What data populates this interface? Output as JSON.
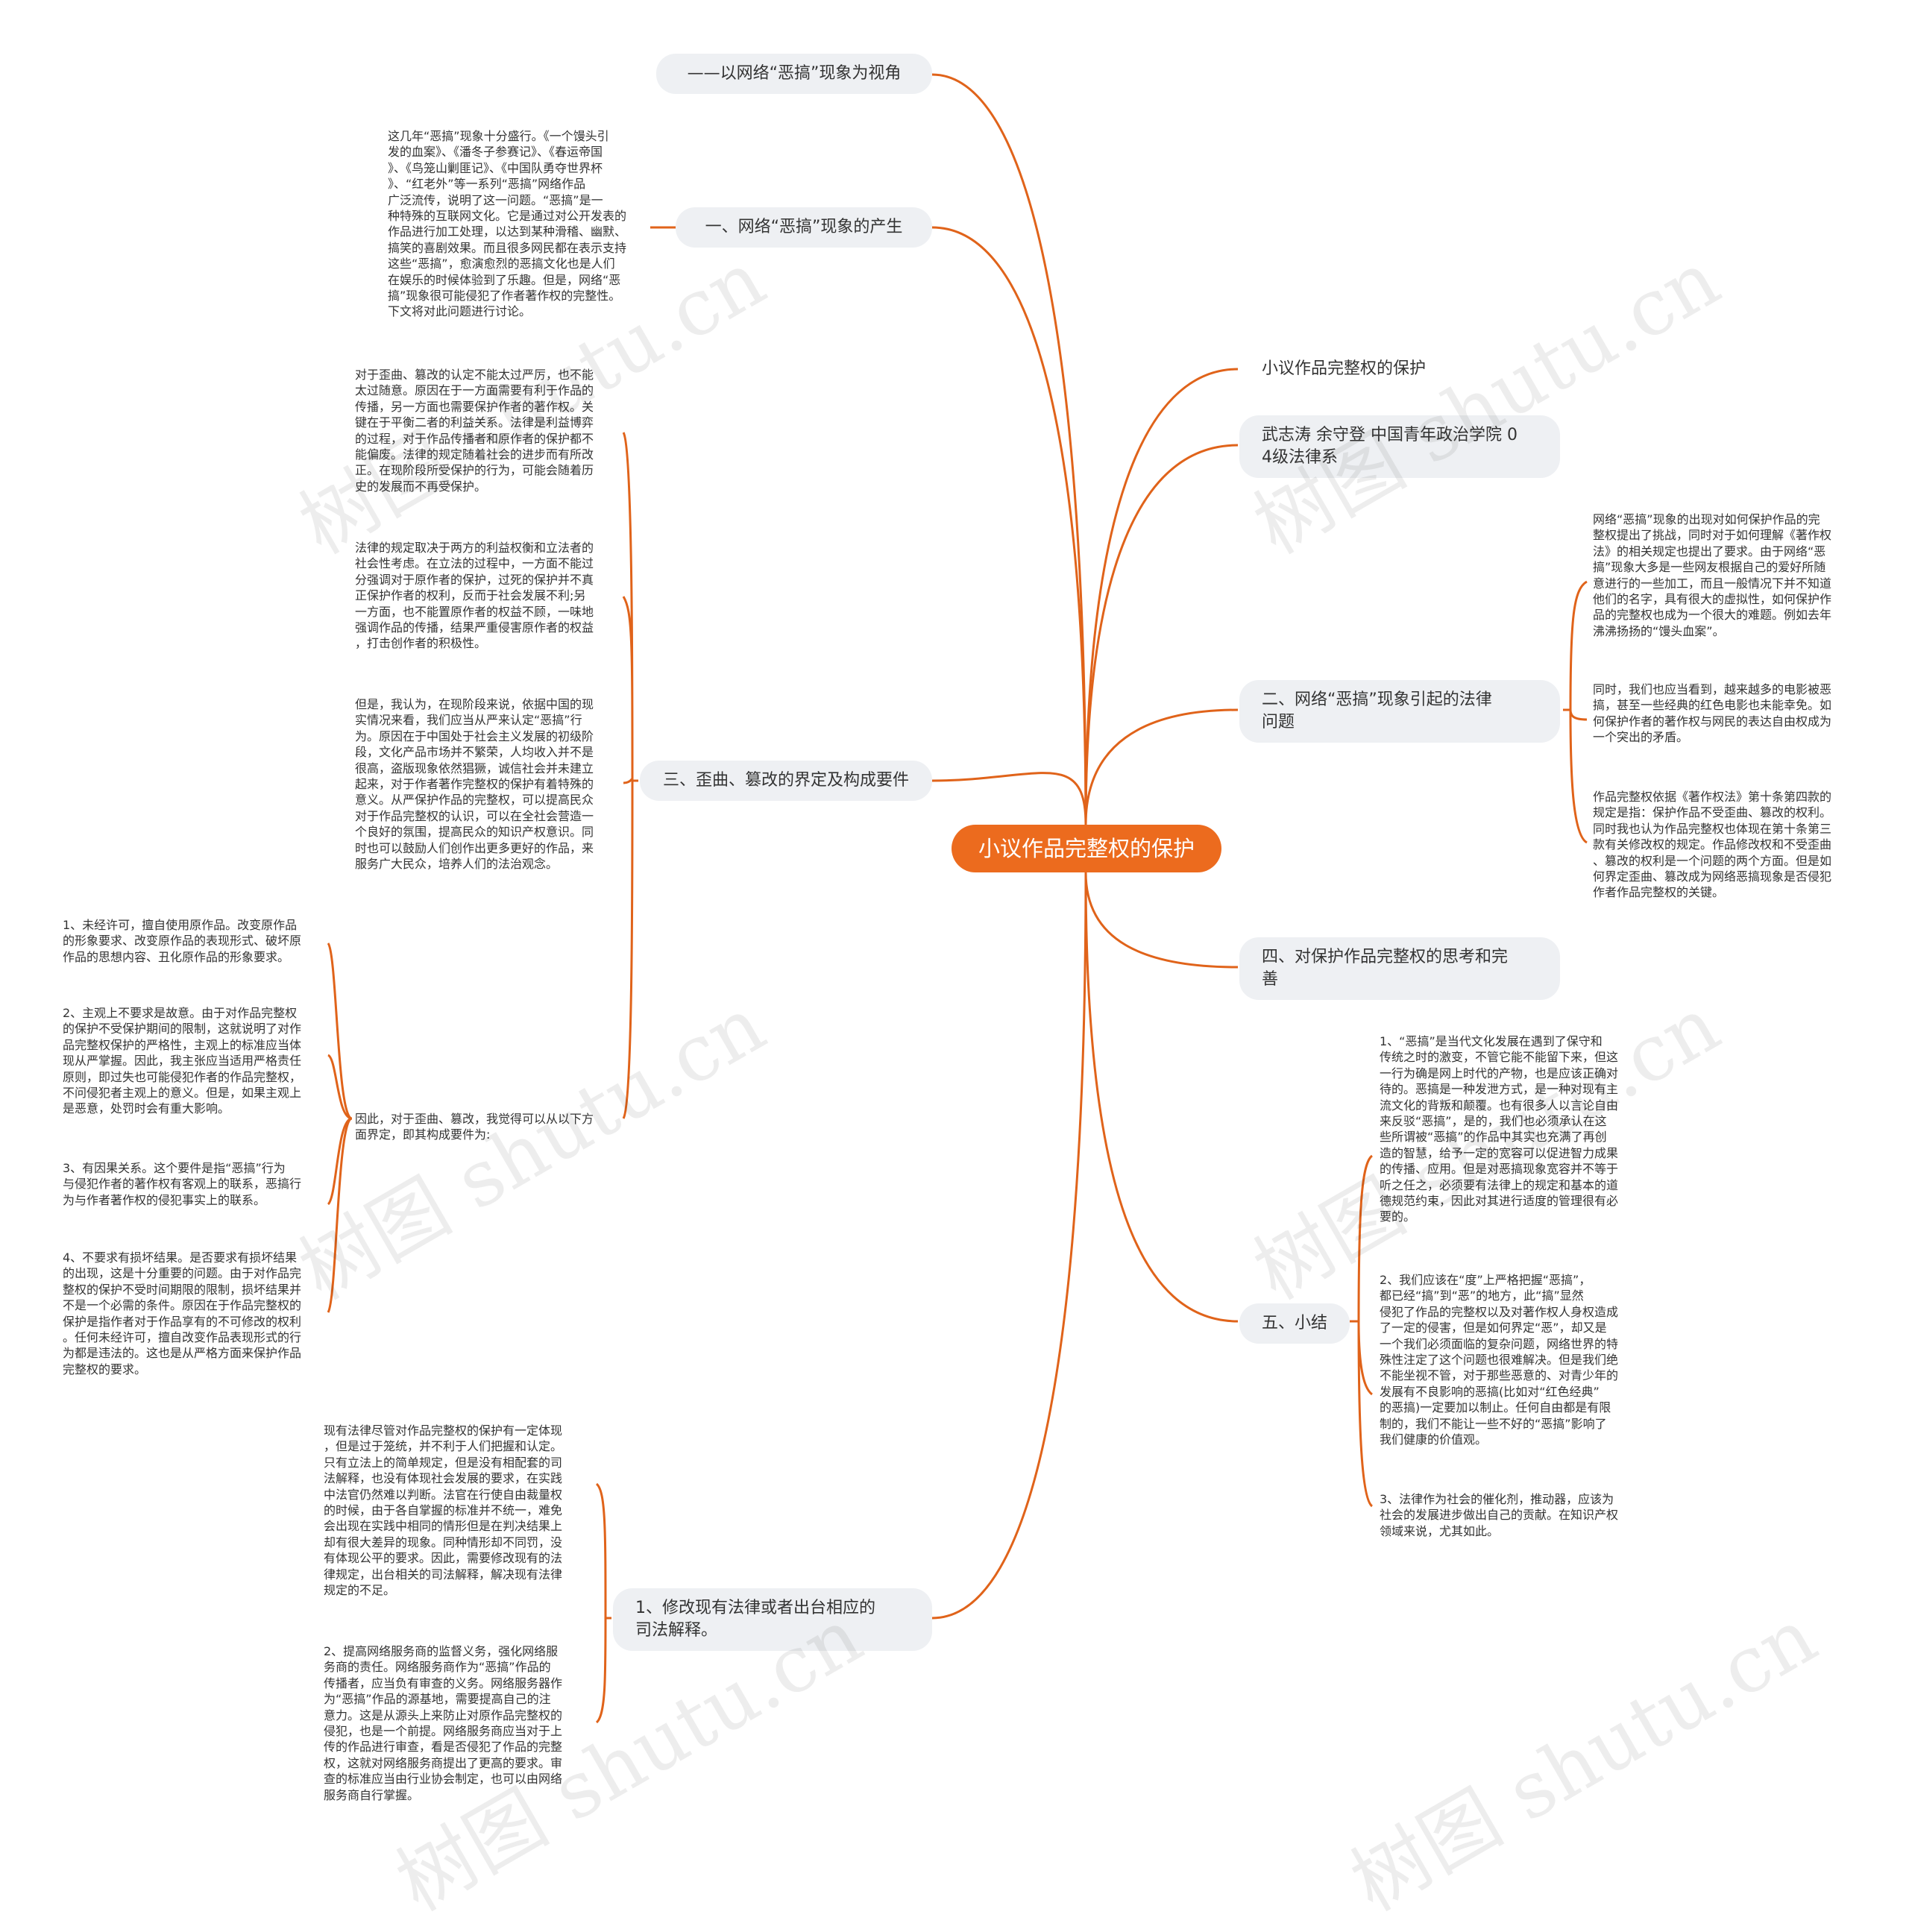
{
  "center": "小议作品完整权的保护",
  "left_topics": {
    "subtitle": "——以网络“恶搞”现象为视角",
    "t1": "一、网络“恶搞”现象的产生",
    "t3": "三、歪曲、篡改的界定及构成要件",
    "s1": "1、修改现有法律或者出台相应的\n司法解释。"
  },
  "right_topics": {
    "title": "小议作品完整权的保护",
    "authors": "武志涛 余守登 中国青年政治学院 0\n4级法律系",
    "t2": "二、网络“恶搞”现象引起的法律\n问题",
    "t4": "四、对保护作品完整权的思考和完\n善",
    "t5": "五、小结"
  },
  "texts": {
    "t1_desc": "这几年“恶搞”现象十分盛行。《一个馒头引\n发的血案》、《潘冬子参赛记》、《春运帝国\n》、《鸟笼山剿匪记》、《中国队勇夺世界杯\n》、“红老外”等一系列“恶搞”网络作品\n广泛流传，说明了这一问题。“恶搞”是一\n种特殊的互联网文化。它是通过对公开发表的\n作品进行加工处理，以达到某种滑稽、幽默、\n搞笑的喜剧效果。而且很多网民都在表示支持\n这些“恶搞”，愈演愈烈的恶搞文化也是人们\n在娱乐的时候体验到了乐趣。但是，网络“恶\n搞”现象很可能侵犯了作者著作权的完整性。\n下文将对此问题进行讨论。",
    "t3_p1": "对于歪曲、篡改的认定不能太过严厉，也不能\n太过随意。原因在于一方面需要有利于作品的\n传播，另一方面也需要保护作者的著作权。关\n键在于平衡二者的利益关系。法律是利益博弈\n的过程，对于作品传播者和原作者的保护都不\n能偏废。法律的规定随着社会的进步而有所改\n正。在现阶段所受保护的行为，可能会随着历\n史的发展而不再受保护。",
    "t3_p2": "法律的规定取决于两方的利益权衡和立法者的\n社会性考虑。在立法的过程中，一方面不能过\n分强调对于原作者的保护，过死的保护并不真\n正保护作者的权利，反而于社会发展不利;另\n一方面，也不能置原作者的权益不顾，一味地\n强调作品的传播，结果严重侵害原作者的权益\n，打击创作者的积极性。",
    "t3_p3": "但是，我认为，在现阶段来说，依据中国的现\n实情况来看，我们应当从严来认定“恶搞”行\n为。原因在于中国处于社会主义发展的初级阶\n段，文化产品市场并不繁荣，人均收入并不是\n很高，盗版现象依然猖獗，诚信社会并未建立\n起来，对于作者著作完整权的保护有着特殊的\n意义。从严保护作品的完整权，可以提高民众\n对于作品完整权的认识，可以在全社会营造一\n个良好的氛围，提高民众的知识产权意识。同\n时也可以鼓励人们创作出更多更好的作品，来\n服务广大民众，培养人们的法治观念。",
    "t3_p4": "因此，对于歪曲、篡改，我觉得可以从以下方\n面界定，即其构成要件为:",
    "req1": "1、未经许可，擅自使用原作品。改变原作品\n的形象要求、改变原作品的表现形式、破坏原\n作品的思想内容、丑化原作品的形象要求。",
    "req2": "2、主观上不要求是故意。由于对作品完整权\n的保护不受保护期间的限制，这就说明了对作\n品完整权保护的严格性，主观上的标准应当体\n现从严掌握。因此，我主张应当适用严格责任\n原则，即过失也可能侵犯作者的作品完整权，\n不问侵犯者主观上的意义。但是，如果主观上\n是恶意，处罚时会有重大影响。",
    "req3": "3、有因果关系。这个要件是指“恶搞”行为\n与侵犯作者的著作权有客观上的联系，恶搞行\n为与作者著作权的侵犯事实上的联系。",
    "req4": "4、不要求有损坏结果。是否要求有损坏结果\n的出现，这是十分重要的问题。由于对作品完\n整权的保护不受时间期限的限制，损坏结果并\n不是一个必需的条件。原因在于作品完整权的\n保护是指作者对于作品享有的不可修改的权利\n。任何未经许可，擅自改变作品表现形式的行\n为都是违法的。这也是从严格方面来保护作品\n完整权的要求。",
    "s1_p1": "现有法律尽管对作品完整权的保护有一定体现\n，但是过于笼统，并不利于人们把握和认定。\n只有立法上的简单规定，但是没有相配套的司\n法解释，也没有体现社会发展的要求，在实践\n中法官仍然难以判断。法官在行使自由裁量权\n的时候，由于各自掌握的标准并不统一，难免\n会出现在实践中相同的情形但是在判决结果上\n却有很大差异的现象。同种情形却不同罚，没\n有体现公平的要求。因此，需要修改现有的法\n律规定，出台相关的司法解释，解决现有法律\n规定的不足。",
    "s1_p2": "2、提高网络服务商的监督义务，强化网络服\n务商的责任。网络服务商作为“恶搞”作品的\n传播者，应当负有审查的义务。网络服务器作\n为“恶搞”作品的源基地，需要提高自己的注\n意力。这是从源头上来防止对原作品完整权的\n侵犯，也是一个前提。网络服务商应当对于上\n传的作品进行审查，看是否侵犯了作品的完整\n权，这就对网络服务商提出了更高的要求。审\n查的标准应当由行业协会制定，也可以由网络\n服务商自行掌握。",
    "t2_p1": "网络“恶搞”现象的出现对如何保护作品的完\n整权提出了挑战，同时对于如何理解《著作权\n法》的相关规定也提出了要求。由于网络“恶\n搞”现象大多是一些网友根据自己的爱好所随\n意进行的一些加工，而且一般情况下并不知道\n他们的名字，具有很大的虚拟性，如何保护作\n品的完整权也成为一个很大的难题。例如去年\n沸沸扬扬的“馒头血案”。",
    "t2_p2": "同时，我们也应当看到，越来越多的电影被恶\n搞，甚至一些经典的红色电影也未能幸免。如\n何保护作者的著作权与网民的表达自由权成为\n一个突出的矛盾。",
    "t2_p3": "作品完整权依据《著作权法》第十条第四款的\n规定是指：保护作品不受歪曲、篡改的权利。\n同时我也认为作品完整权也体现在第十条第三\n款有关修改权的规定。作品修改权和不受歪曲\n、篡改的权利是一个问题的两个方面。但是如\n何界定歪曲、篡改成为网络恶搞现象是否侵犯\n作者作品完整权的关键。",
    "t5_p1": "1、“恶搞”是当代文化发展在遇到了保守和\n传统之时的激变，不管它能不能留下来，但这\n一行为确是网上时代的产物，也是应该正确对\n待的。恶搞是一种发泄方式，是一种对现有主\n流文化的背叛和颠覆。也有很多人以言论自由\n来反驳“恶搞”，是的，我们也必须承认在这\n些所谓被“恶搞”的作品中其实也充满了再创\n造的智慧，给予一定的宽容可以促进智力成果\n的传播、应用。但是对恶搞现象宽容并不等于\n听之任之，必须要有法律上的规定和基本的道\n德规范约束，因此对其进行适度的管理很有必\n要的。",
    "t5_p2": "2、我们应该在“度”上严格把握“恶搞”，\n都已经“搞”到“恶”的地方，此“搞”显然\n侵犯了作品的完整权以及对著作权人身权造成\n了一定的侵害，但是如何界定“恶”，却又是\n一个我们必须面临的复杂问题，网络世界的特\n殊性注定了这个问题也很难解决。但是我们绝\n不能坐视不管，对于那些恶意的、对青少年的\n发展有不良影响的恶搞(比如对“红色经典”\n的恶搞)一定要加以制止。任何自由都是有限\n制的，我们不能让一些不好的“恶搞”影响了\n我们健康的价值观。",
    "t5_p3": "3、法律作为社会的催化剂，推动器，应该为\n社会的发展进步做出自己的贡献。在知识产权\n领域来说，尤其如此。"
  },
  "watermark": "树图 shutu.cn",
  "colors": {
    "accent": "#ec6b1e",
    "line": "#e0631a",
    "node_bg": "#eef0f3"
  }
}
